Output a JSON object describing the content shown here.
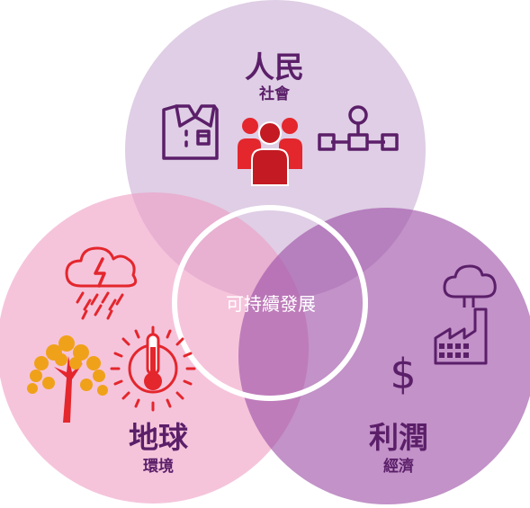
{
  "center": {
    "label": "可持續發展"
  },
  "people": {
    "title": "人民",
    "subtitle": "社會",
    "icons": [
      "shirt-icon",
      "group-people-icon",
      "org-chart-icon"
    ]
  },
  "planet": {
    "title": "地球",
    "subtitle": "環境",
    "icons": [
      "storm-cloud-icon",
      "autumn-tree-icon",
      "thermometer-sun-icon"
    ]
  },
  "profit": {
    "title": "利潤",
    "subtitle": "經濟",
    "symbol": "$",
    "icons": [
      "factory-icon",
      "dollar-icon"
    ]
  },
  "colors": {
    "people_circle": "#dccbe3",
    "planet_circle": "#f2b8d3",
    "profit_circle": "#b37bbd",
    "dark_purple": "#5b1f69",
    "red": "#e4262d",
    "orange": "#f0a11a",
    "label_purple": "#6a1c79"
  }
}
